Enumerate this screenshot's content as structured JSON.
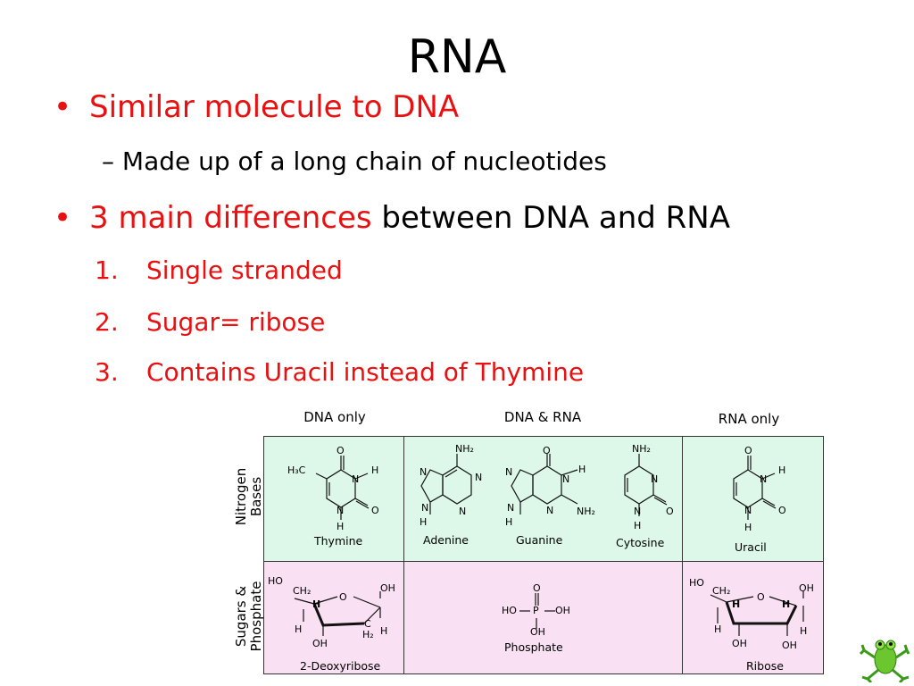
{
  "slide": {
    "title": "RNA",
    "bullet1": "Similar molecule to DNA",
    "sub1": "Made up of a long chain of nucleotides",
    "bullet2_red": "3 main differences",
    "bullet2_black": " between DNA and RNA",
    "items": [
      {
        "num": "1.",
        "text": "Single stranded"
      },
      {
        "num": "2.",
        "text": "Sugar= ribose"
      },
      {
        "num": "3.",
        "text": "Contains Uracil instead of Thymine"
      }
    ]
  },
  "figure": {
    "col_headers": [
      "DNA only",
      "DNA & RNA",
      "RNA only"
    ],
    "row_labels": [
      "Nitrogen Bases",
      "Sugars & Phosphate"
    ],
    "bases": [
      "Thymine",
      "Adenine",
      "Guanine",
      "Cytosine",
      "Uracil"
    ],
    "sugars": [
      "2-Deoxyribose",
      "Phosphate",
      "Ribose"
    ],
    "colors": {
      "bases_row": "#ddf8e8",
      "sugars_row": "#f9e0f3",
      "accent": "#e81010"
    },
    "atoms": {
      "thy_o_top": "O",
      "thy_h3c": "H₃C",
      "thy_nh": "N",
      "thy_h": "H",
      "thy_n1": "N",
      "thy_o2": "O",
      "thy_h1": "H",
      "ade_nh2": "NH₂",
      "ade_n1": "N",
      "ade_n3": "N",
      "ade_n7": "N",
      "ade_n9": "N",
      "ade_h": "H",
      "gua_o": "O",
      "gua_n1": "N",
      "gua_h1": "H",
      "gua_n3": "N",
      "gua_nh2": "NH₂",
      "gua_n7": "N",
      "gua_n9": "N",
      "gua_h9": "H",
      "cyt_nh2": "NH₂",
      "cyt_n3": "N",
      "cyt_n1": "N",
      "cyt_o": "O",
      "cyt_h": "H",
      "ura_o": "O",
      "ura_n3": "N",
      "ura_h3": "H",
      "ura_n1": "N",
      "ura_o2": "O",
      "ura_h1": "H",
      "dr_ho": "HO",
      "dr_ch2": "CH₂",
      "dr_o": "O",
      "dr_oh": "OH",
      "dr_h1": "H",
      "dr_h2": "H",
      "dr_c": "C",
      "dr_h2b": "H₂",
      "dr_h3": "H",
      "dr_oh3": "OH",
      "ph_o": "O",
      "ph_ho": "HO",
      "ph_p": "P",
      "ph_oh": "OH",
      "ph_oh2": "OH",
      "rb_ho": "HO",
      "rb_ch2": "CH₂",
      "rb_o": "O",
      "rb_oh": "OH",
      "rb_h1": "H",
      "rb_h2": "H",
      "rb_h3": "H",
      "rb_h4": "H",
      "rb_oh2": "OH",
      "rb_oh3": "OH"
    }
  }
}
